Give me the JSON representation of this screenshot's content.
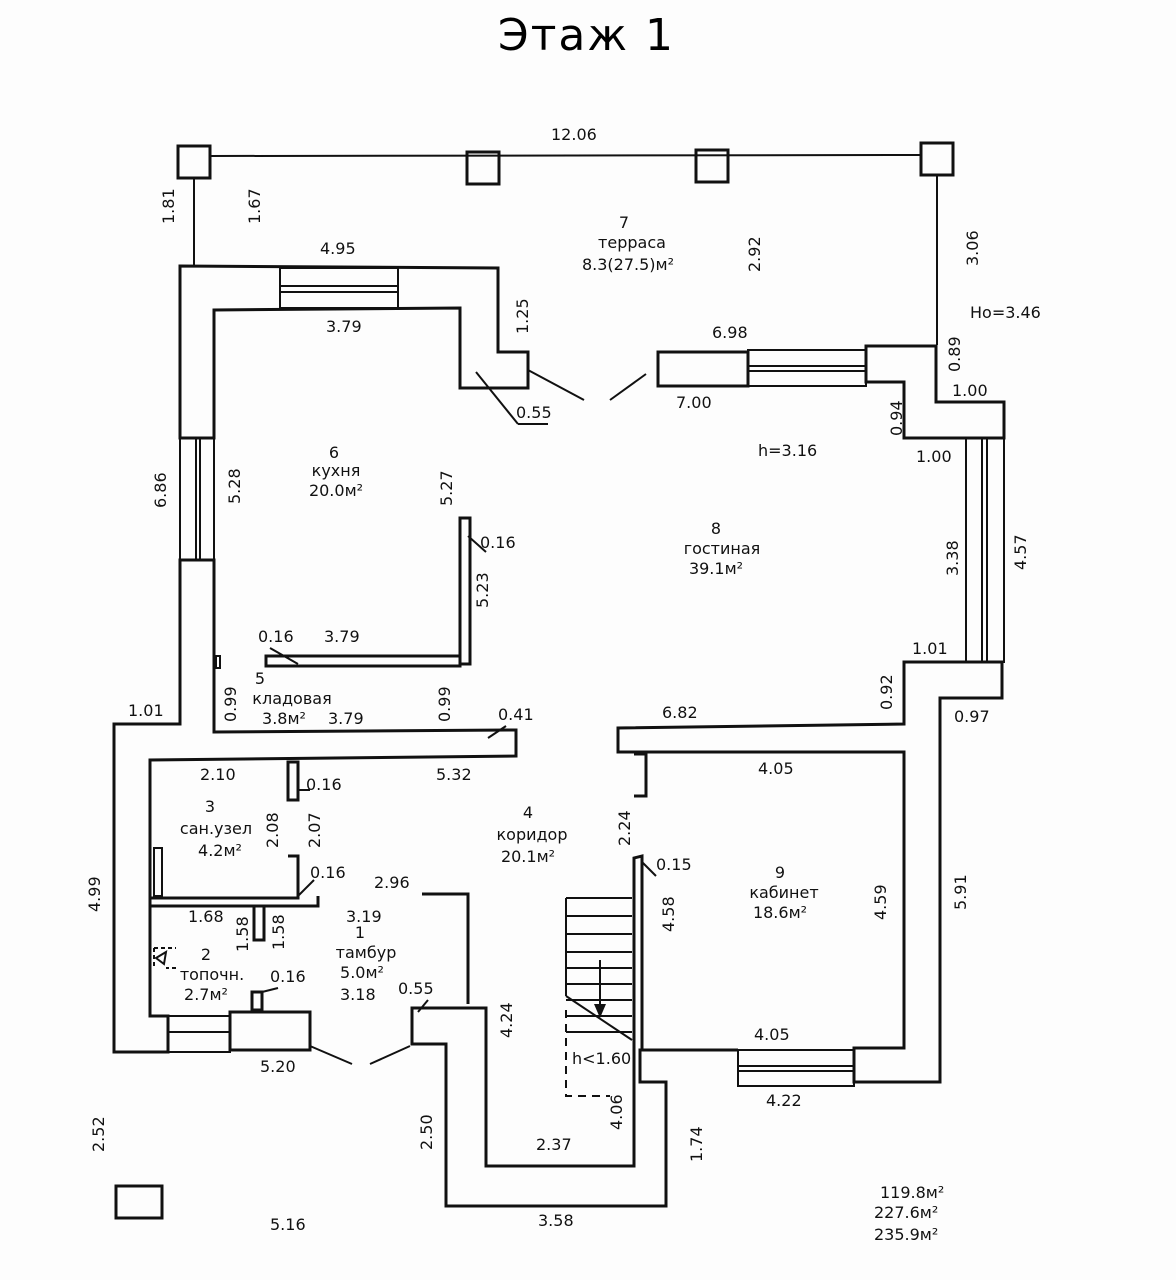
{
  "title": "Этаж 1",
  "heights": {
    "h_ground": "Hо=3.46",
    "h_living": "h=3.16",
    "h_stair": "h<1.60"
  },
  "rooms": [
    {
      "num": "1",
      "name": "тамбур",
      "area": "5.0м²"
    },
    {
      "num": "2",
      "name": "топочн.",
      "area": "2.7м²"
    },
    {
      "num": "3",
      "name": "сан.узел",
      "area": "4.2м²"
    },
    {
      "num": "4",
      "name": "коридор",
      "area": "20.1м²"
    },
    {
      "num": "5",
      "name": "кладовая",
      "area": "3.8м²"
    },
    {
      "num": "6",
      "name": "кухня",
      "area": "20.0м²"
    },
    {
      "num": "7",
      "name": "терраса",
      "area": "8.3(27.5)м²"
    },
    {
      "num": "8",
      "name": "гостиная",
      "area": "39.1м²"
    },
    {
      "num": "9",
      "name": "кабинет",
      "area": "18.6м²"
    }
  ],
  "dimensions": [
    "12.06",
    "1.81",
    "1.67",
    "4.95",
    "3.79",
    "1.25",
    "0.55",
    "2.92",
    "3.06",
    "6.98",
    "7.00",
    "0.89",
    "1.00",
    "0.94",
    "1.00",
    "6.86",
    "5.28",
    "5.27",
    "0.16",
    "5.23",
    "3.38",
    "4.57",
    "0.16",
    "3.79",
    "1.01",
    "0.92",
    "0.97",
    "0.99",
    "3.79",
    "0.99",
    "0.41",
    "6.82",
    "1.01",
    "2.10",
    "0.16",
    "5.32",
    "4.05",
    "2.08",
    "2.07",
    "2.24",
    "0.15",
    "0.16",
    "2.96",
    "1.68",
    "1.58",
    "1.58",
    "3.19",
    "4.58",
    "4.59",
    "5.91",
    "4.99",
    "0.16",
    "3.18",
    "0.55",
    "5.20",
    "4.24",
    "4.05",
    "4.22",
    "2.52",
    "2.50",
    "2.37",
    "4.06",
    "1.74",
    "5.16",
    "3.58"
  ],
  "totals": [
    "119.8м²",
    "227.6м²",
    "235.9м²"
  ]
}
